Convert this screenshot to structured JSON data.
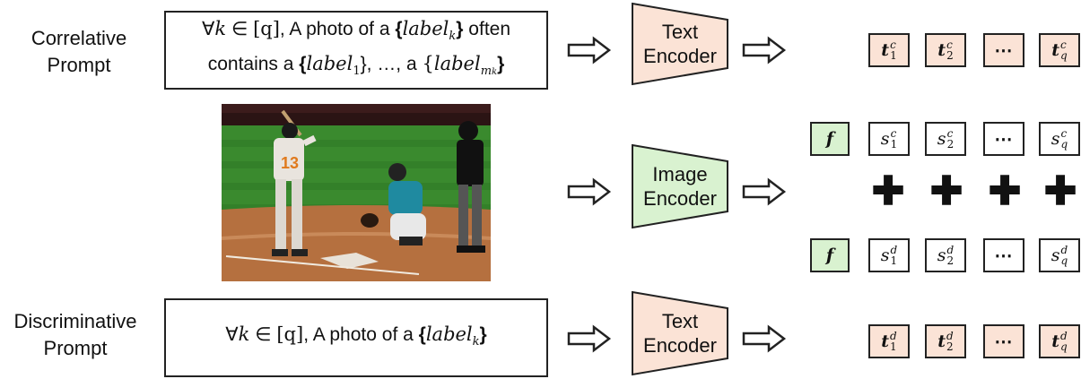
{
  "prompts": {
    "correlative": {
      "label_line1": "Correlative",
      "label_line2": "Prompt",
      "forall": "∀",
      "k": "k",
      "in": "∈",
      "q_set": "[q]",
      "text1": ", A photo of a ",
      "label": "label",
      "sub_k": "k",
      "text2": " often",
      "text3": "contains a ",
      "sub_1": "1",
      "ellipsis": "…",
      "comma": ",",
      "a": " a ",
      "sub_mk": "m",
      "sub_mk_k": "k"
    },
    "discriminative": {
      "label_line1": "Discriminative",
      "label_line2": "Prompt",
      "forall": "∀",
      "k": "k",
      "in": "∈",
      "q_set": "[q]",
      "text1": ", A photo of a ",
      "label": "label",
      "sub_k": "k"
    }
  },
  "encoders": {
    "text_top": {
      "line1": "Text",
      "line2": "Encoder",
      "color": "#fbe3d6"
    },
    "image": {
      "line1": "Image",
      "line2": "Encoder",
      "color": "#d9f2d0"
    },
    "text_bottom": {
      "line1": "Text",
      "line2": "Encoder",
      "color": "#fbe3d6"
    }
  },
  "tokens": {
    "top": [
      {
        "base": "t",
        "sub": "1",
        "sup": "c"
      },
      {
        "base": "t",
        "sub": "2",
        "sup": "c"
      },
      {
        "base": "⋯"
      },
      {
        "base": "t",
        "sub": "q",
        "sup": "c"
      }
    ],
    "sim_c": [
      {
        "base": "s",
        "sub": "1",
        "sup": "c"
      },
      {
        "base": "s",
        "sub": "2",
        "sup": "c"
      },
      {
        "base": "⋯"
      },
      {
        "base": "s",
        "sub": "q",
        "sup": "c"
      }
    ],
    "sim_d": [
      {
        "base": "s",
        "sub": "1",
        "sup": "d"
      },
      {
        "base": "s",
        "sub": "2",
        "sup": "d"
      },
      {
        "base": "⋯"
      },
      {
        "base": "s",
        "sub": "q",
        "sup": "d"
      }
    ],
    "bottom": [
      {
        "base": "t",
        "sub": "1",
        "sup": "d"
      },
      {
        "base": "t",
        "sub": "2",
        "sup": "d"
      },
      {
        "base": "⋯"
      },
      {
        "base": "t",
        "sub": "q",
        "sup": "d"
      }
    ],
    "feature": "f",
    "plus": "✚"
  },
  "colors": {
    "pink": "#fbe3d6",
    "green": "#d9f2d0",
    "outline": "#222222"
  }
}
